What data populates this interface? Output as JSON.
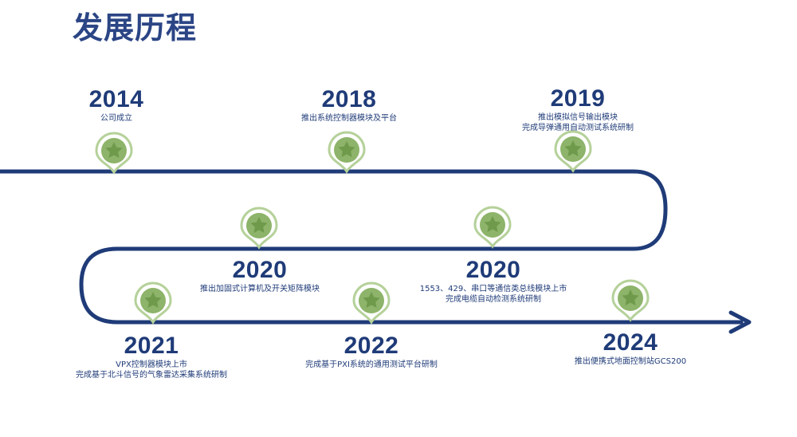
{
  "title": "发展历程",
  "colors": {
    "title": "#2b4585",
    "line": "#1f3b78",
    "marker_fill": "#8db46a",
    "marker_ring": "#b5d19a",
    "star": "#7ea858",
    "text": "#1f3b78"
  },
  "milestones": [
    {
      "year": "2014",
      "lines": [
        "公司成立"
      ]
    },
    {
      "year": "2018",
      "lines": [
        "推出系统控制器模块及平台"
      ]
    },
    {
      "year": "2019",
      "lines": [
        "推出模拟信号输出模块",
        "完成导弹通用自动测试系统研制"
      ]
    },
    {
      "year": "2020",
      "lines": [
        "推出加固式计算机及开关矩阵模块"
      ]
    },
    {
      "year": "2020",
      "lines": [
        "1553、429、串口等通信类总线模块上市",
        "完成电缆自动检测系统研制"
      ]
    },
    {
      "year": "2021",
      "lines": [
        "VPX控制器模块上市",
        "完成基于北斗信号的气象雷达采集系统研制"
      ]
    },
    {
      "year": "2022",
      "lines": [
        "完成基于PXI系统的通用测试平台研制"
      ]
    },
    {
      "year": "2024",
      "lines": [
        "推出便携式地面控制站GCS200"
      ]
    }
  ]
}
